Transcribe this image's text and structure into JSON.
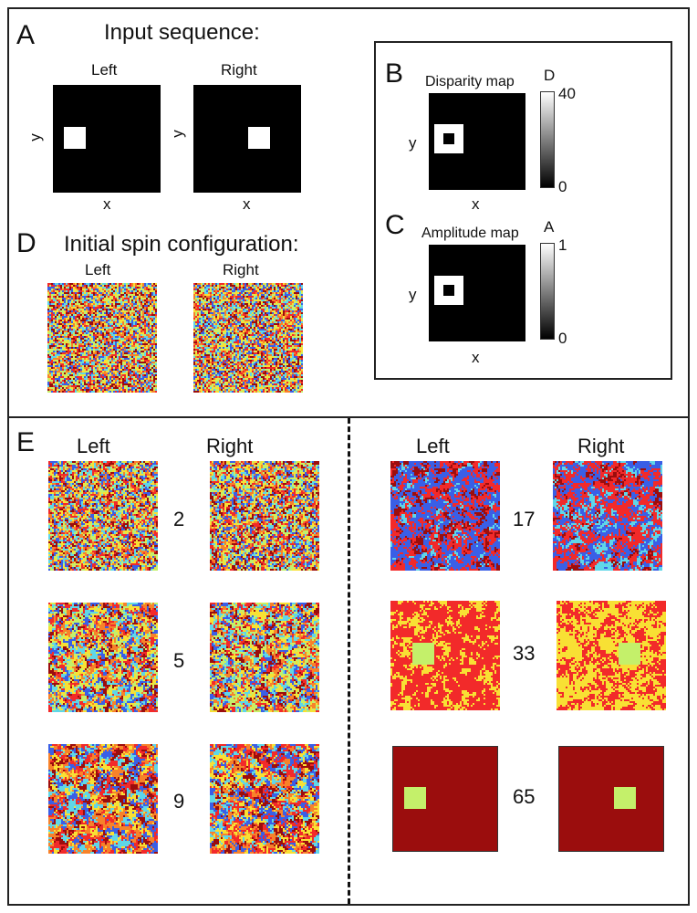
{
  "panel_a": {
    "letter": "A",
    "title": "Input sequence:",
    "left_label": "Left",
    "right_label": "Right",
    "x_label": "x",
    "y_label": "y"
  },
  "panel_b": {
    "letter": "B",
    "title": "Disparity map",
    "colorbar_symbol": "D",
    "colorbar_max": "40",
    "colorbar_min": "0",
    "x_label": "x",
    "y_label": "y"
  },
  "panel_c": {
    "letter": "C",
    "title": "Amplitude map",
    "colorbar_symbol": "A",
    "colorbar_max": "1",
    "colorbar_min": "0",
    "x_label": "x",
    "y_label": "y"
  },
  "panel_d": {
    "letter": "D",
    "title": "Initial spin configuration:",
    "left_label": "Left",
    "right_label": "Right"
  },
  "panel_e": {
    "letter": "E",
    "left_label": "Left",
    "right_label": "Right",
    "left_column_steps": [
      "2",
      "5",
      "9"
    ],
    "right_column_steps": [
      "17",
      "33",
      "65"
    ]
  },
  "colors": {
    "blue": "#3a5fe6",
    "red": "#f22a2a",
    "dark_red": "#9b0d0d",
    "orange": "#f7822a",
    "yellow": "#f8e034",
    "cyan": "#5fd6e8",
    "light_green": "#c4f06a",
    "black": "#000000"
  }
}
